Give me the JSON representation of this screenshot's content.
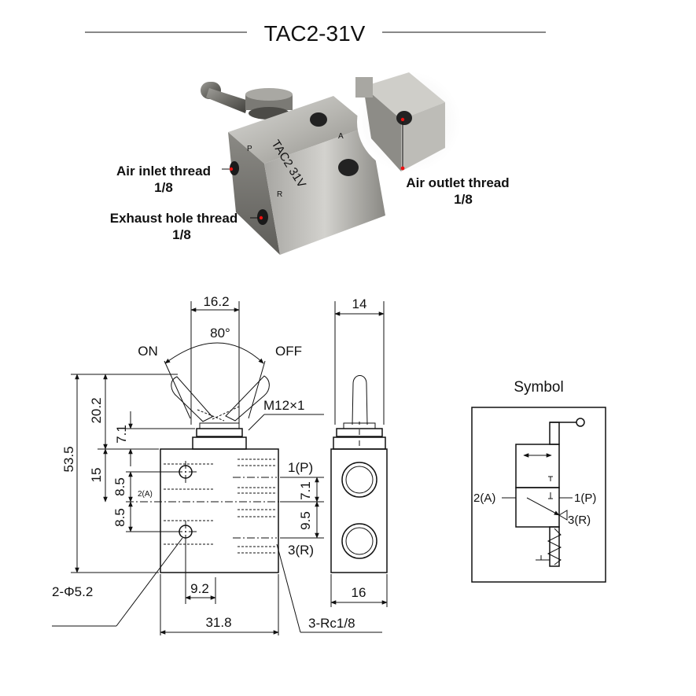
{
  "title": "TAC2-31V",
  "photo": {
    "body_text": "TAC2 31V",
    "port_p": "P",
    "port_a": "A",
    "port_r": "R",
    "callouts": {
      "inlet_line1": "Air inlet thread",
      "inlet_line2": "1/8",
      "exhaust_line1": "Exhaust hole thread",
      "exhaust_line2": "1/8",
      "outlet_line1": "Air outlet thread",
      "outlet_line2": "1/8"
    }
  },
  "drawing": {
    "d_16_2": "16.2",
    "angle": "80°",
    "on": "ON",
    "off": "OFF",
    "thread": "M12×1",
    "d_53_5": "53.5",
    "d_20_2": "20.2",
    "d_7_1_top": "7.1",
    "d_15": "15",
    "d_8_5_a": "8.5",
    "d_8_5_b": "8.5",
    "port_a_small": "2(A)",
    "port_1p": "1(P)",
    "port_3r": "3(R)",
    "d_7_1_right": "7.1",
    "d_9_5": "9.5",
    "d_9_2": "9.2",
    "holes": "2-Φ5.2",
    "d_31_8": "31.8",
    "rc": "3-Rc1/8",
    "d_14": "14",
    "d_16": "16"
  },
  "symbol": {
    "title": "Symbol",
    "port_2a": "2(A)",
    "port_1p": "1(P)",
    "port_3r": "3(R)"
  }
}
